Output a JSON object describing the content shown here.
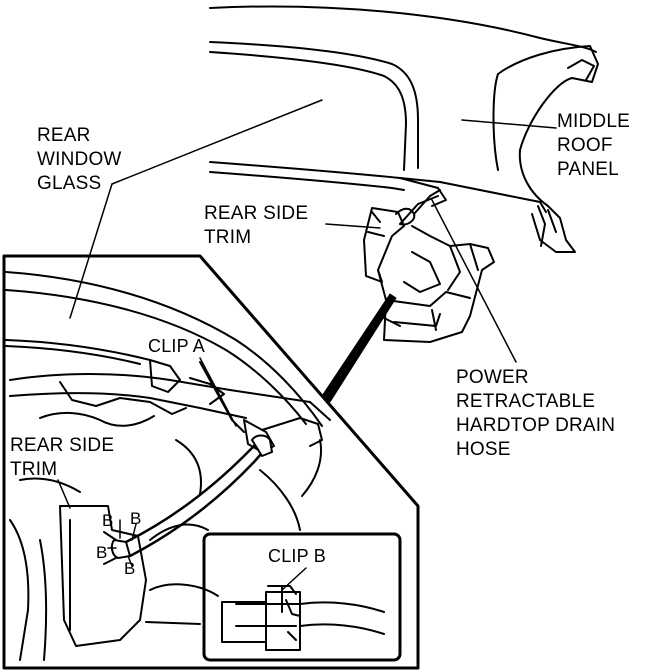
{
  "labels": {
    "rear_window_glass": [
      "REAR",
      "WINDOW",
      "GLASS"
    ],
    "middle_roof_panel": [
      "MIDDLE",
      "ROOF",
      "PANEL"
    ],
    "rear_side_trim_top": [
      "REAR SIDE",
      "TRIM"
    ],
    "drain_hose": [
      "POWER",
      "RETRACTABLE",
      "HARDTOP DRAIN",
      "HOSE"
    ],
    "clip_a": "CLIP A",
    "rear_side_trim_detail": [
      "REAR SIDE",
      "TRIM"
    ],
    "clip_b": "CLIP B",
    "b_markers": [
      "B",
      "B",
      "B",
      "B"
    ]
  }
}
